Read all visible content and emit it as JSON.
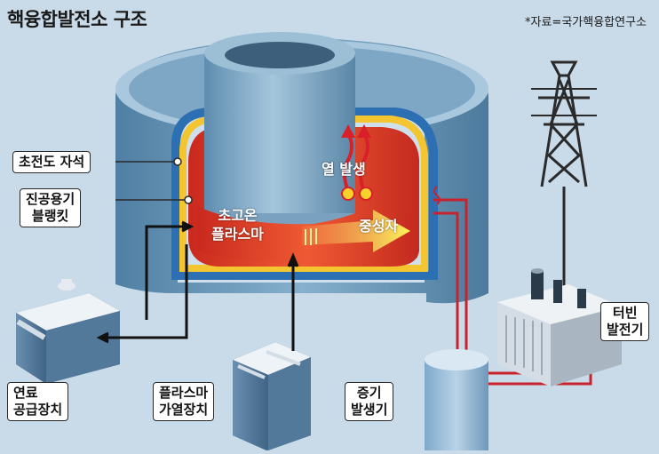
{
  "title": "핵융합발전소 구조",
  "source": "*자료=국가핵융합연구소",
  "labels": {
    "magnet": "초전도 자석",
    "blanket_line1": "진공용기",
    "blanket_line2": "블랭킷",
    "plasma_line1": "초고온",
    "plasma_line2": "플라스마",
    "heat": "열 발생",
    "neutron": "중성자",
    "fuel_line1": "연료",
    "fuel_line2": "공급장치",
    "heating_line1": "플라스마",
    "heating_line2": "가열장치",
    "steam_line1": "증기",
    "steam_line2": "발생기",
    "turbine_line1": "터빈",
    "turbine_line2": "발전기"
  },
  "colors": {
    "background": "#c9dbe9",
    "vessel": "#5f8fb1",
    "plasma": "#e0452c",
    "blanket": "#f3c531",
    "heat_arrow": "#d8202a",
    "pipe": "#c8232c"
  },
  "icons": [
    "transmission-tower-icon",
    "transformer-icon",
    "steam-tank-icon",
    "fuel-box-icon",
    "heater-box-icon"
  ]
}
